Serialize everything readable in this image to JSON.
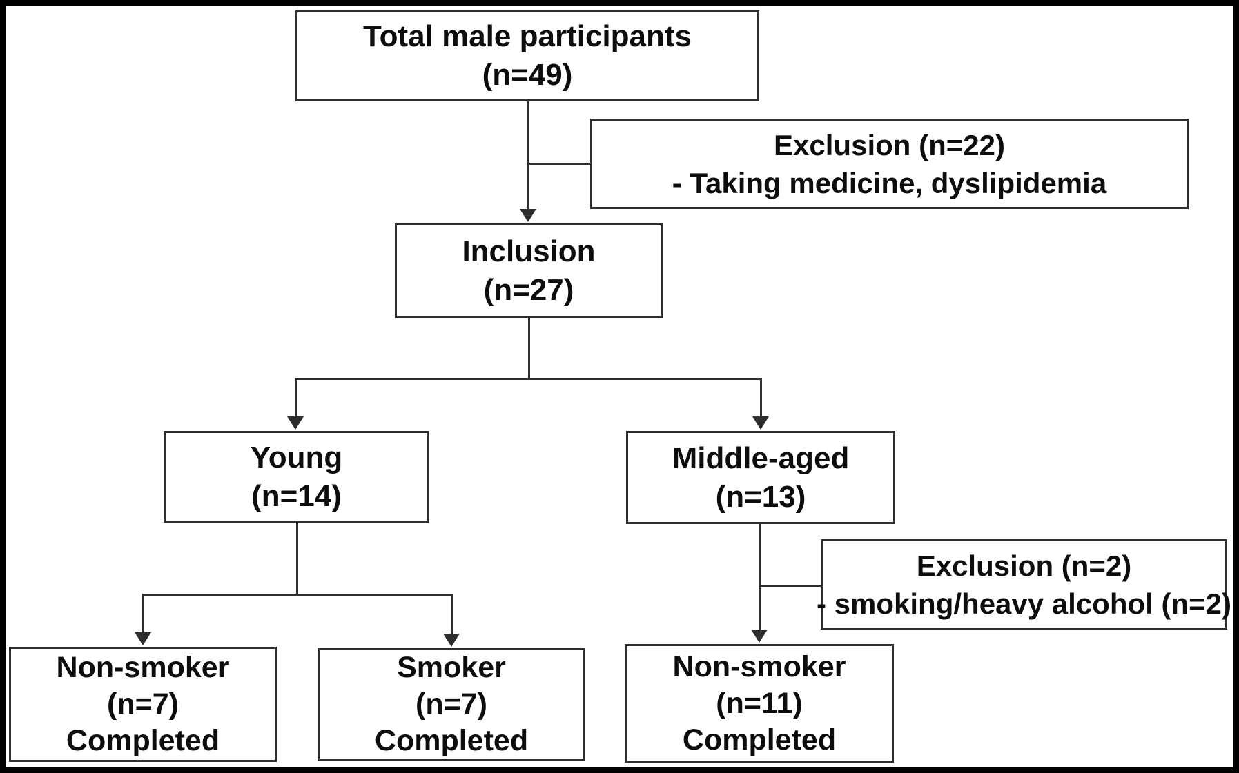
{
  "diagram": {
    "kind": "participant-flow-diagram",
    "colors": {
      "background": "#ffffff",
      "frame": "#000000",
      "box_border": "#2e2e2e",
      "connector": "#2e2e2e",
      "text": "#0d0d0d"
    },
    "nodes": {
      "total": {
        "lines": [
          "Total male participants",
          "(n=49)"
        ]
      },
      "exclusion1": {
        "lines": [
          "Exclusion (n=22)",
          "- Taking medicine, dyslipidemia"
        ]
      },
      "inclusion": {
        "lines": [
          "Inclusion",
          "(n=27)"
        ]
      },
      "young": {
        "lines": [
          "Young",
          "(n=14)"
        ]
      },
      "middle_aged": {
        "lines": [
          "Middle-aged",
          "(n=13)"
        ]
      },
      "exclusion2": {
        "lines": [
          "Exclusion (n=2)",
          "- smoking/heavy alcohol (n=2)"
        ]
      },
      "young_nonsmoker": {
        "lines": [
          "Non-smoker",
          "(n=7)",
          "Completed"
        ]
      },
      "young_smoker": {
        "lines": [
          "Smoker",
          "(n=7)",
          "Completed"
        ]
      },
      "middle_nonsmoker": {
        "lines": [
          "Non-smoker",
          "(n=11)",
          "Completed"
        ]
      }
    }
  }
}
